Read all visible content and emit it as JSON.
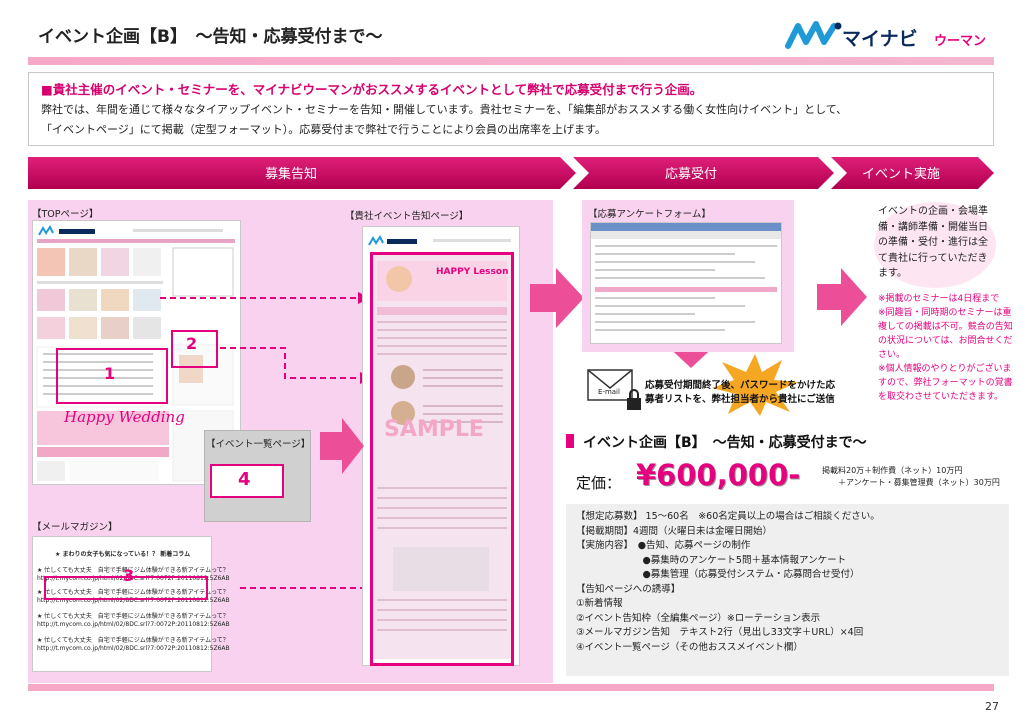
{
  "header": {
    "title": "イベント企画【B】　～告知・応募受付まで～",
    "logo_main": "マイナビ",
    "logo_sub": "ウーマン"
  },
  "intro": {
    "headline": "■貴社主催のイベント・セミナーを、マイナビウーマンがおススメするイベントとして弊社で応募受付まで行う企画。",
    "line1": "弊社では、年間を通じて様々なタイアップイベント・セミナーを告知・開催しています。貴社セミナーを、「編集部がおススメする働く女性向けイベント」として、",
    "line2": "「イベントページ」にて掲載（定型フォーマット）。応募受付まで弊社で行うことにより会員の出席率を上げます。"
  },
  "stages": {
    "s1": "募集告知",
    "s2": "応募受付",
    "s3": "イベント実施"
  },
  "labels": {
    "top_page": "【TOPページ】",
    "event_notice_page": "【貴社イベント告知ページ】",
    "form": "【応募アンケートフォーム】",
    "event_list": "【イベント一覧ページ】",
    "mail_magazine": "【メールマガジン】",
    "num1": "1",
    "num2": "2",
    "num3": "3",
    "num4": "4",
    "sample": "SAMPLE",
    "happy_wedding": "Happy Wedding",
    "happy_lesson": "HAPPY Lesson",
    "email": "E-mail"
  },
  "execution": {
    "text": "イベントの企画・会場準備・講師準備・開催当日の準備・受付・進行は全て貴社に行っていただきます。",
    "notes": [
      "※掲載のセミナーは4日程まで",
      "※同趣旨・同時期のセミナーは重複しての掲載は不可。競合の告知の状況については、お問合せください。",
      "※個人情報のやりとりがございますので、弊社フォーマットの覚書を取交わさせていただきます。"
    ]
  },
  "password_note": {
    "line1": "応募受付期間終了後、パスワードをかけた応",
    "line2": "募者リストを、弊社担当者から貴社にご送信"
  },
  "mailmag": {
    "header": "★ まわりの女子も気になっている！？ 新着コラム",
    "item": "★ 忙しくても大丈夫　自宅で手軽にジム体験ができる新アイテムって？",
    "url": "http://t.mycom.co.jp/html/02/8DC.srl?7:0072P:20110812:5Z6AB"
  },
  "product": {
    "title": "イベント企画【B】　～告知・応募受付まで～",
    "price_label": "定価：",
    "price": "¥600,000-",
    "price_note1": "掲載料20万＋制作費（ネット）10万円",
    "price_note2": "＋アンケート・募集管理費（ネット）30万円"
  },
  "details": {
    "lines": [
      "【想定応募数】 15～60名　※60名定員以上の場合はご相談ください。",
      "【掲載期間】4週間（火曜日未は金曜日開始）",
      "【実施内容】　●告知、応募ページの制作",
      "　　　　　　　●募集時のアンケート5問＋基本情報アンケート",
      "　　　　　　　●募集管理（応募受付システム・応募問合せ受付）",
      "【告知ページへの誘導】",
      "①新着情報",
      "②イベント告知枠（全編集ページ）※ローテーション表示",
      "③メールマガジン告知　テキスト2行（見出し33文字＋URL）×4回",
      "④イベント一覧ページ（その他おススメイベント欄）"
    ]
  },
  "page_number": "27",
  "colors": {
    "accent": "#e5007f",
    "banner": "#c8005a",
    "panel": "#f8d2ee"
  }
}
